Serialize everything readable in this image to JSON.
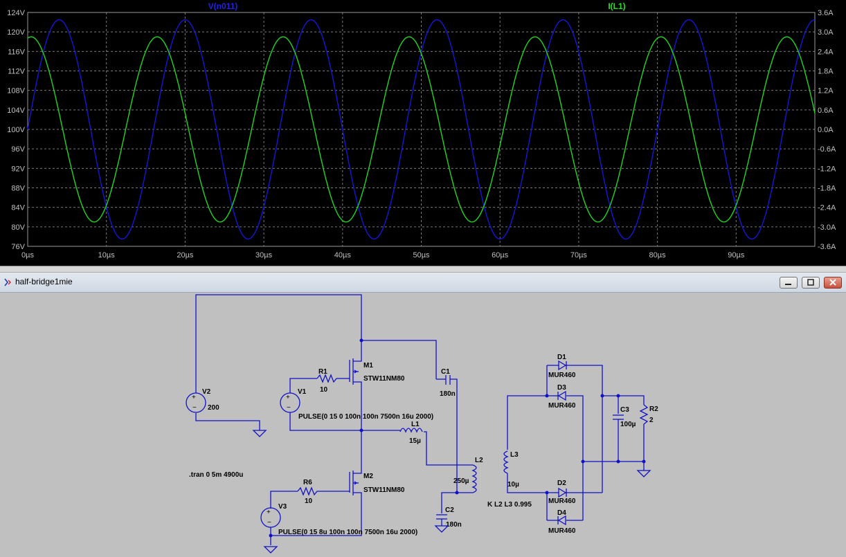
{
  "window": {
    "title": "half-bridge1mie"
  },
  "chart_data": {
    "type": "line",
    "series": [
      {
        "name": "V(n011)",
        "color": "#1616d6",
        "axis": "left",
        "offset": 100,
        "amplitude": 22.5,
        "period": 16,
        "phase_deg": 0
      },
      {
        "name": "I(L1)",
        "color": "#1ed81e",
        "axis": "right",
        "offset": 0,
        "amplitude": 2.85,
        "period": 16,
        "phase_deg": 80
      }
    ],
    "xlim": [
      0,
      100
    ],
    "ylim_left": [
      76,
      124
    ],
    "ylim_right": [
      -3.6,
      3.6
    ],
    "x_ticks": [
      "0µs",
      "10µs",
      "20µs",
      "30µs",
      "40µs",
      "50µs",
      "60µs",
      "70µs",
      "80µs",
      "90µs"
    ],
    "y_left_ticks": [
      "124V",
      "120V",
      "116V",
      "112V",
      "108V",
      "104V",
      "100V",
      "96V",
      "92V",
      "88V",
      "84V",
      "80V",
      "76V"
    ],
    "y_right_ticks": [
      "3.6A",
      "3.0A",
      "2.4A",
      "1.8A",
      "1.2A",
      "0.6A",
      "0.0A",
      "-0.6A",
      "-1.2A",
      "-1.8A",
      "-2.4A",
      "-3.0A",
      "-3.6A"
    ],
    "grid": true
  },
  "schematic": {
    "V2": {
      "name": "V2",
      "value": "200"
    },
    "V1": {
      "name": "V1",
      "value": "PULSE(0 15 0 100n 100n 7500n 16u 2000)"
    },
    "V3": {
      "name": "V3",
      "value": "PULSE(0 15 8u 100n 100n 7500n 16u 2000)"
    },
    "R1": {
      "name": "R1",
      "value": "10"
    },
    "R6": {
      "name": "R6",
      "value": "10"
    },
    "R2": {
      "name": "R2",
      "value": "2"
    },
    "M1": {
      "name": "M1",
      "value": "STW11NM80"
    },
    "M2": {
      "name": "M2",
      "value": "STW11NM80"
    },
    "C1": {
      "name": "C1",
      "value": "180n"
    },
    "C2": {
      "name": "C2",
      "value": "180n"
    },
    "C3": {
      "name": "C3",
      "value": "100µ"
    },
    "L1": {
      "name": "L1",
      "value": "15µ"
    },
    "L2": {
      "name": "L2",
      "value": "250µ"
    },
    "L3": {
      "name": "L3",
      "value": "10µ"
    },
    "D1": {
      "name": "D1",
      "value": "MUR460"
    },
    "D2": {
      "name": "D2",
      "value": "MUR460"
    },
    "D3": {
      "name": "D3",
      "value": "MUR460"
    },
    "D4": {
      "name": "D4",
      "value": "MUR460"
    },
    "tran": ".tran 0 5m 4900u",
    "coupling": "K L2 L3 0.995"
  }
}
